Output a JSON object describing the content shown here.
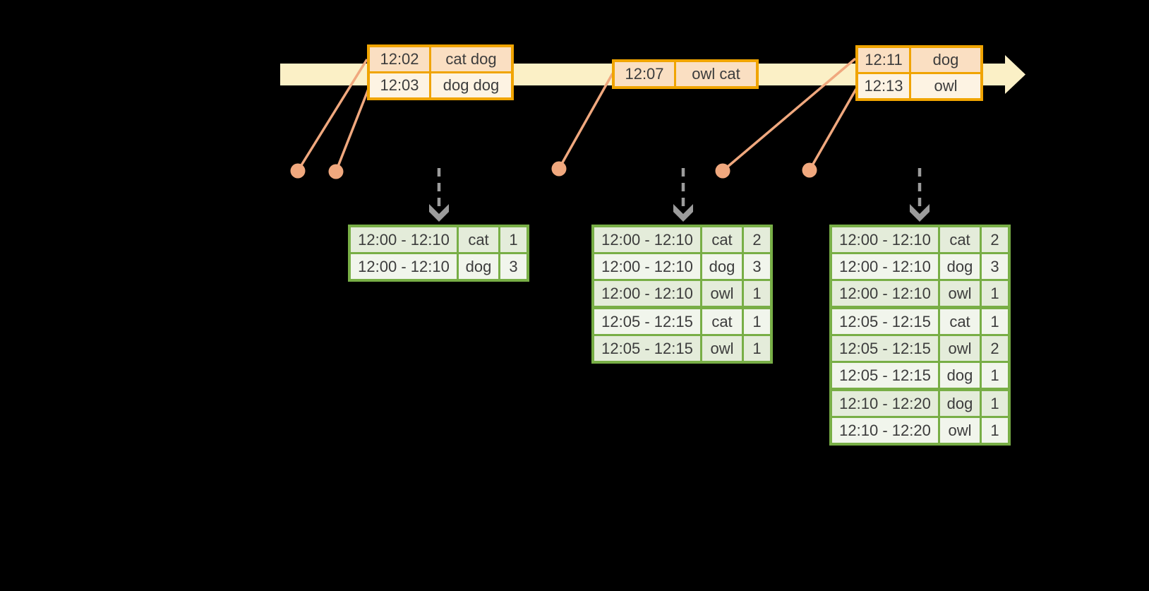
{
  "colors": {
    "timeline_fill": "#FBF0C6",
    "event_border": "#F0A400",
    "event_row_dark": "#FADFC2",
    "event_row_light": "#FDF3E3",
    "connector": "#F0A87E",
    "result_border": "#78AE46",
    "result_row_dark": "#E4ECDA",
    "result_row_light": "#F1F5EC",
    "trigger_arrow": "#9C9C9C",
    "ink": "#3C3C3C"
  },
  "icons": {
    "timeline_arrow": "right-arrow",
    "trigger_arrow": "dashed-down-arrow",
    "event_marker": "dot"
  },
  "event_tables": [
    {
      "rows": [
        {
          "time": "12:02",
          "words": "cat dog"
        },
        {
          "time": "12:03",
          "words": "dog dog"
        }
      ]
    },
    {
      "rows": [
        {
          "time": "12:07",
          "words": "owl cat"
        }
      ]
    },
    {
      "rows": [
        {
          "time": "12:11",
          "words": "dog"
        },
        {
          "time": "12:13",
          "words": "owl"
        }
      ]
    }
  ],
  "result_tables": [
    {
      "groups": [
        {
          "rows": [
            [
              "12:00 - 12:10",
              "cat",
              "1"
            ],
            [
              "12:00 - 12:10",
              "dog",
              "3"
            ]
          ]
        }
      ]
    },
    {
      "groups": [
        {
          "rows": [
            [
              "12:00 - 12:10",
              "cat",
              "2"
            ],
            [
              "12:00 - 12:10",
              "dog",
              "3"
            ],
            [
              "12:00 - 12:10",
              "owl",
              "1"
            ]
          ]
        },
        {
          "rows": [
            [
              "12:05 - 12:15",
              "cat",
              "1"
            ],
            [
              "12:05 - 12:15",
              "owl",
              "1"
            ]
          ]
        }
      ]
    },
    {
      "groups": [
        {
          "rows": [
            [
              "12:00 - 12:10",
              "cat",
              "2"
            ],
            [
              "12:00 - 12:10",
              "dog",
              "3"
            ],
            [
              "12:00 - 12:10",
              "owl",
              "1"
            ]
          ]
        },
        {
          "rows": [
            [
              "12:05 - 12:15",
              "cat",
              "1"
            ],
            [
              "12:05 - 12:15",
              "owl",
              "2"
            ],
            [
              "12:05 - 12:15",
              "dog",
              "1"
            ]
          ]
        },
        {
          "rows": [
            [
              "12:10 - 12:20",
              "dog",
              "1"
            ],
            [
              "12:10 - 12:20",
              "owl",
              "1"
            ]
          ]
        }
      ]
    }
  ]
}
